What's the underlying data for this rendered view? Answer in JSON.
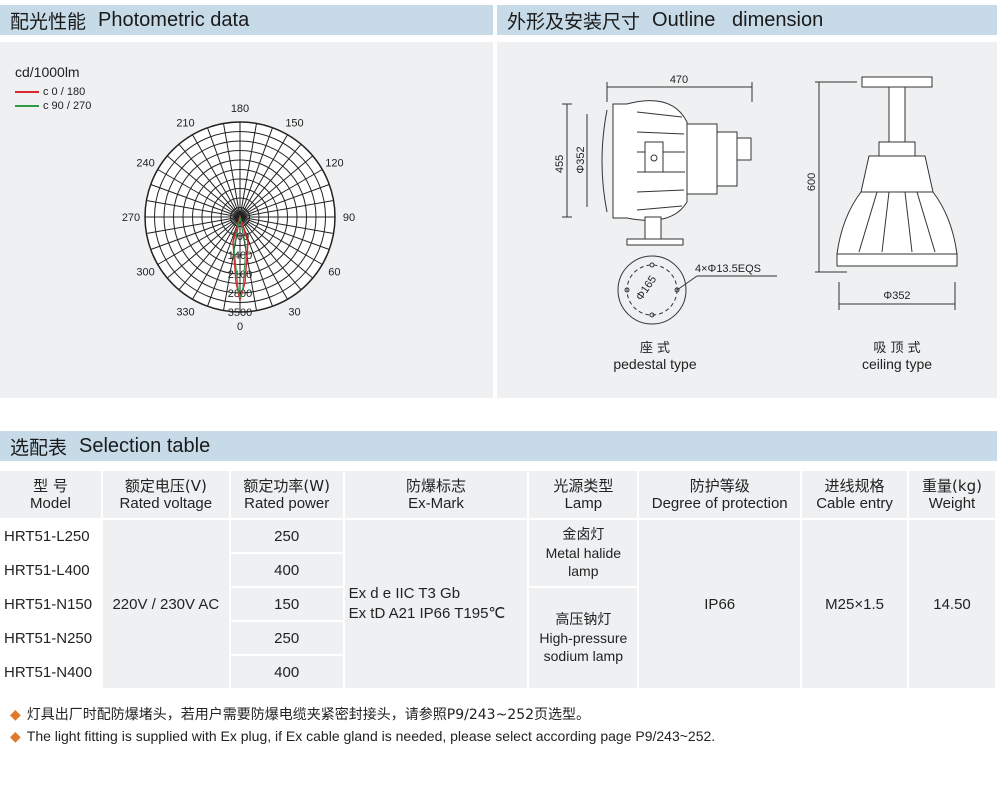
{
  "photometric": {
    "title_cn": "配光性能",
    "title_en": "Photometric data",
    "unit": "cd/1000lm",
    "legend": [
      {
        "label": "c 0 / 180",
        "color": "#d8272e"
      },
      {
        "label": "c 90 / 270",
        "color": "#2e9a45"
      }
    ],
    "angle_labels": [
      "180",
      "150",
      "120",
      "90",
      "60",
      "30",
      "0",
      "330",
      "300",
      "270",
      "240",
      "210"
    ],
    "radial_labels": [
      "700",
      "1400",
      "2100",
      "2800",
      "3500"
    ]
  },
  "outline": {
    "title_cn": "外形及安装尺寸",
    "title_en": "Outline   dimension",
    "dims": {
      "width_470": "470",
      "height_455": "455",
      "dia_352_left": "Φ352",
      "dia_165": "Φ165",
      "holes": "4×Φ13.5EQS",
      "height_600": "600",
      "dia_352_right": "Φ352"
    },
    "pedestal_cn": "座 式",
    "pedestal_en": "pedestal type",
    "ceiling_cn": "吸 顶 式",
    "ceiling_en": "ceiling type"
  },
  "selection": {
    "title_cn": "选配表",
    "title_en": "Selection table",
    "headers": [
      {
        "cn": "型 号",
        "en": "Model"
      },
      {
        "cn": "额定电压(V)",
        "en": "Rated voltage"
      },
      {
        "cn": "额定功率(W)",
        "en": "Rated power"
      },
      {
        "cn": "防爆标志",
        "en": "Ex-Mark"
      },
      {
        "cn": "光源类型",
        "en": "Lamp"
      },
      {
        "cn": "防护等级",
        "en": "Degree of protection"
      },
      {
        "cn": "进线规格",
        "en": "Cable entry"
      },
      {
        "cn": "重量(kg)",
        "en": "Weight"
      }
    ],
    "models": [
      "HRT51-L250",
      "HRT51-L400",
      "HRT51-N150",
      "HRT51-N250",
      "HRT51-N400"
    ],
    "powers": [
      "250",
      "400",
      "150",
      "250",
      "400"
    ],
    "voltage": "220V / 230V AC",
    "ex_mark_1": "Ex d e IIC T3 Gb",
    "ex_mark_2": "Ex tD  A21 IP66 T195℃",
    "lamp_metal_cn": "金卤灯",
    "lamp_metal_en_1": "Metal halide",
    "lamp_metal_en_2": "lamp",
    "lamp_sodium_cn": "高压钠灯",
    "lamp_sodium_en_1": "High-pressure",
    "lamp_sodium_en_2": "sodium lamp",
    "protection": "IP66",
    "cable": "M25×1.5",
    "weight": "14.50"
  },
  "notes": {
    "cn": "灯具出厂时配防爆堵头，若用户需要防爆电缆夹紧密封接头，请参照P9/243~252页选型。",
    "en": "The light fitting is supplied with Ex plug, if Ex cable gland is needed, please select according page P9/243~252."
  }
}
